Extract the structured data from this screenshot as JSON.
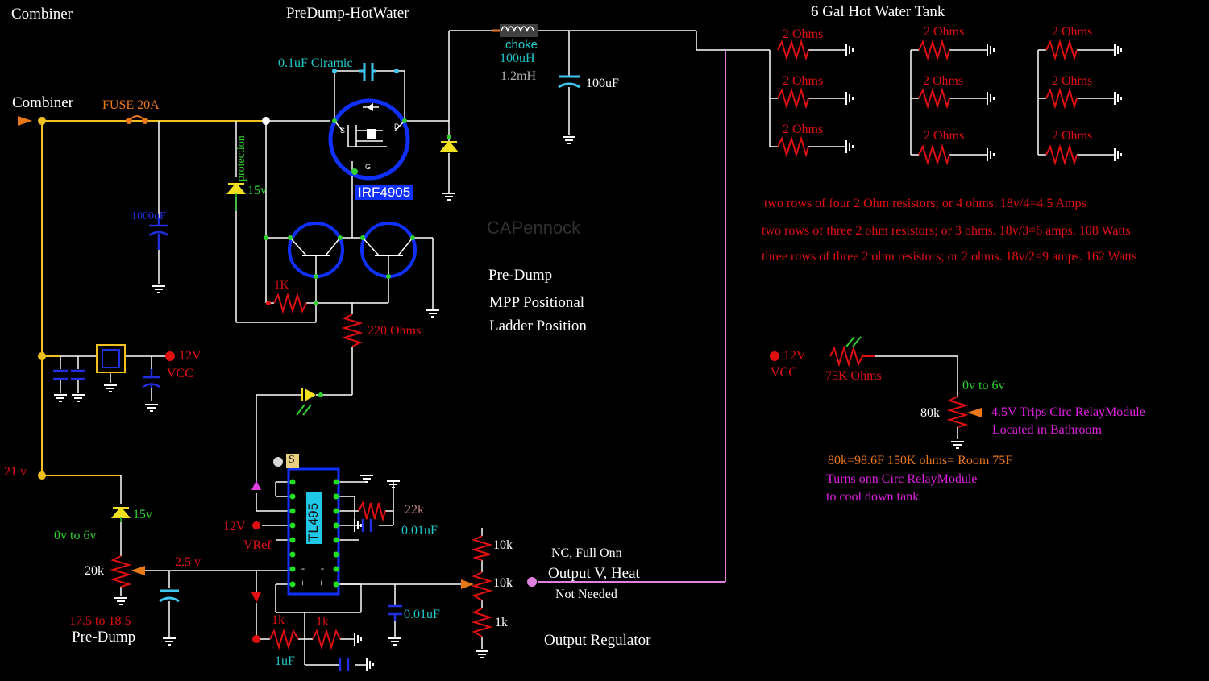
{
  "labels": {
    "combiner_top": "Combiner",
    "predump_title": "PreDump-HotWater",
    "tank_title": "6 Gal Hot Water Tank",
    "combiner_in": "Combiner",
    "fuse": "FUSE 20A",
    "cap_ceramic": "0.1uF Ciramic",
    "choke": "choke",
    "choke_l1": "100uH",
    "choke_l2": "1.2mH",
    "cap_100uf": "100uF",
    "protection": "protection",
    "zener15_top": "15v",
    "cap_1000": "1000uF",
    "mosfet": "IRF4905",
    "author": "CAPennock",
    "r1k": "1K",
    "r220": "220 Ohms",
    "predump": "Pre-Dump",
    "mpp": "MPP Positional",
    "ladder": "Ladder Position",
    "v12_left": "12V",
    "vcc_left": "VCC",
    "v21": "21 v",
    "zener15_bot": "15v",
    "v0to6_left": "0v to 6v",
    "r20k": "20k",
    "v25": "2.5 v",
    "range": "17.5 to 18.5",
    "predump_bottom": "Pre-Dump",
    "v12_ic": "12V",
    "vref": "VRef",
    "tl495": "TL495",
    "r22k": "22k",
    "cap_001a": "0.01uF",
    "cap_001b": "0.01uF",
    "r1k_a": "1k",
    "r1k_b": "1k",
    "cap_1uf": "1uF",
    "r10k_a": "10k",
    "r10k_b": "10k",
    "r1k_c": "1k",
    "nc_full": "NC, Full Onn",
    "output_v": "Output V, Heat",
    "not_needed": "Not Needed",
    "output_reg": "Output Regulator",
    "ohm2": "2 Ohms",
    "note1": "two rows of four 2 Ohm resistors; or 4 ohms. 18v/4=4.5 Amps",
    "note2": "two rows of three 2 ohm resistors; or 3 ohms. 18v/3=6 amps. 108 Watts",
    "note3": "three rows of three 2 ohm resistors; or 2 ohms. 18v/2=9 amps. 162 Watts",
    "v12_right": "12V",
    "vcc_right": "VCC",
    "r75k": "75K Ohms",
    "v0to6_right": "0v to 6v",
    "r80k": "80k",
    "trip1": "4.5V  Trips Circ RelayModule",
    "trip2": "Located in Bathroom",
    "temp_note": "80k=98.6F  150K ohms= Room 75F",
    "turns1": "Turns onn Circ RelayModule",
    "turns2": "to cool down tank",
    "s_badge": "S"
  },
  "colors": {
    "background": "#000000",
    "wire": "#ffffff",
    "supply_wire": "#f0c020",
    "resistor": "#e01010",
    "capacitor": "#2030e0",
    "mosfet": "#1030ff",
    "output_wire": "#e080e0",
    "ic": "#20c8e8",
    "pin": "#20e020",
    "zener": "#f0e020"
  }
}
